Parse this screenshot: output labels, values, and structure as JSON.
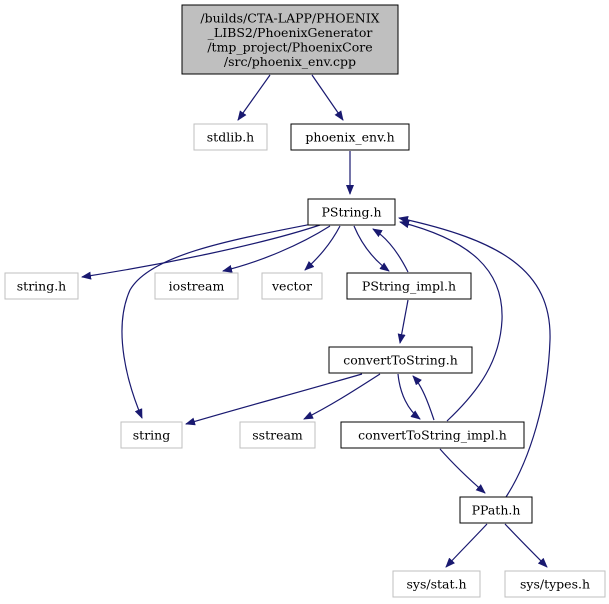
{
  "graph": {
    "edge_color": "#191970",
    "root_fill": "#bfbfbf",
    "local_border": "#000000",
    "system_border": "#bfbfbf",
    "nodes": [
      {
        "id": "root",
        "kind": "root",
        "lines": [
          "/builds/CTA-LAPP/PHOENIX",
          "_LIBS2/PhoenixGenerator",
          "/tmp_project/PhoenixCore",
          "/src/phoenix_env.cpp"
        ]
      },
      {
        "id": "stdlib_h",
        "kind": "system",
        "lines": [
          "stdlib.h"
        ]
      },
      {
        "id": "phoenix_env_h",
        "kind": "local",
        "lines": [
          "phoenix_env.h"
        ]
      },
      {
        "id": "PString_h",
        "kind": "local",
        "lines": [
          "PString.h"
        ]
      },
      {
        "id": "string_h",
        "kind": "system",
        "lines": [
          "string.h"
        ]
      },
      {
        "id": "iostream",
        "kind": "system",
        "lines": [
          "iostream"
        ]
      },
      {
        "id": "vector",
        "kind": "system",
        "lines": [
          "vector"
        ]
      },
      {
        "id": "PString_impl_h",
        "kind": "local",
        "lines": [
          "PString_impl.h"
        ]
      },
      {
        "id": "convertToString_h",
        "kind": "local",
        "lines": [
          "convertToString.h"
        ]
      },
      {
        "id": "string",
        "kind": "system",
        "lines": [
          "string"
        ]
      },
      {
        "id": "sstream",
        "kind": "system",
        "lines": [
          "sstream"
        ]
      },
      {
        "id": "convertToString_impl_h",
        "kind": "local",
        "lines": [
          "convertToString_impl.h"
        ]
      },
      {
        "id": "PPath_h",
        "kind": "local",
        "lines": [
          "PPath.h"
        ]
      },
      {
        "id": "sys_stat_h",
        "kind": "system",
        "lines": [
          "sys/stat.h"
        ]
      },
      {
        "id": "sys_types_h",
        "kind": "system",
        "lines": [
          "sys/types.h"
        ]
      }
    ],
    "edges": [
      {
        "from": "root",
        "to": "stdlib_h"
      },
      {
        "from": "root",
        "to": "phoenix_env_h"
      },
      {
        "from": "phoenix_env_h",
        "to": "PString_h"
      },
      {
        "from": "PString_h",
        "to": "string_h"
      },
      {
        "from": "PString_h",
        "to": "iostream"
      },
      {
        "from": "PString_h",
        "to": "vector"
      },
      {
        "from": "PString_h",
        "to": "PString_impl_h"
      },
      {
        "from": "PString_h",
        "to": "string"
      },
      {
        "from": "PString_impl_h",
        "to": "PString_h"
      },
      {
        "from": "PString_impl_h",
        "to": "convertToString_h"
      },
      {
        "from": "convertToString_h",
        "to": "string"
      },
      {
        "from": "convertToString_h",
        "to": "sstream"
      },
      {
        "from": "convertToString_h",
        "to": "convertToString_impl_h"
      },
      {
        "from": "convertToString_impl_h",
        "to": "convertToString_h"
      },
      {
        "from": "convertToString_impl_h",
        "to": "PString_h"
      },
      {
        "from": "convertToString_impl_h",
        "to": "PPath_h"
      },
      {
        "from": "PPath_h",
        "to": "PString_h"
      },
      {
        "from": "PPath_h",
        "to": "sys_stat_h"
      },
      {
        "from": "PPath_h",
        "to": "sys_types_h"
      }
    ]
  }
}
